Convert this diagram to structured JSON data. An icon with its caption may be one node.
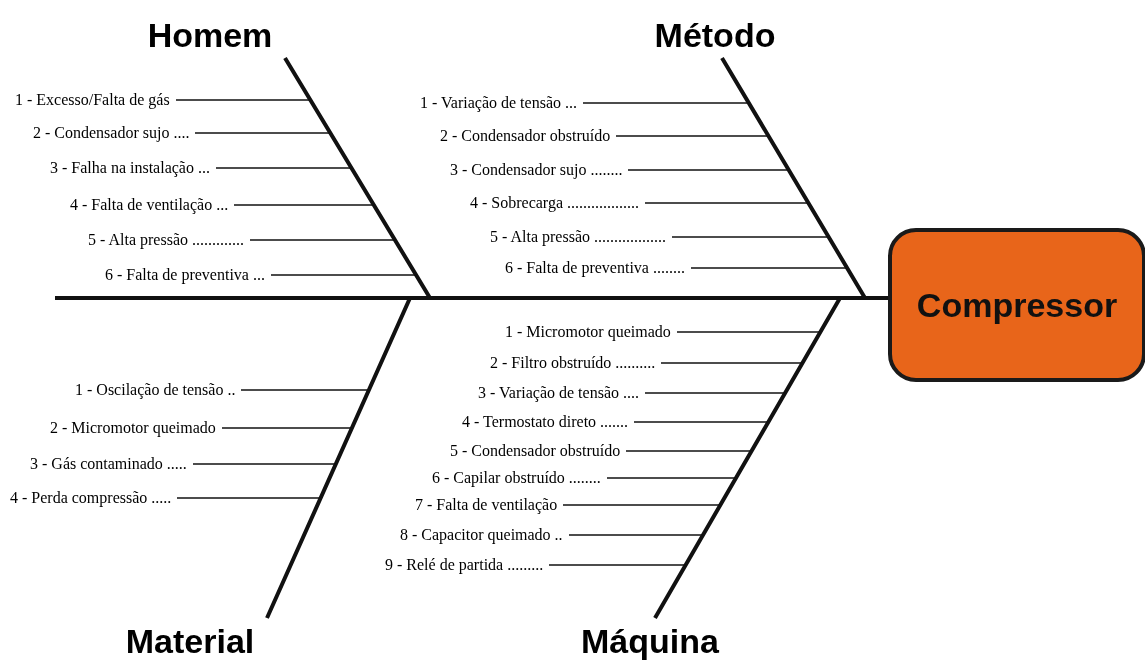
{
  "diagram": {
    "nodes": [
      {
        "text": [
          "Homem"
        ]
      },
      {
        "text": [
          "Método"
        ]
      },
      {
        "text": [
          "Material"
        ]
      },
      {
        "text": [
          "Máquina"
        ]
      },
      {
        "text": [
          "Compressor"
        ]
      }
    ],
    "edges": [
      {
        "from": 0,
        "to": 4,
        "arrow": "none"
      },
      {
        "from": 1,
        "to": 4,
        "arrow": "none"
      },
      {
        "from": 2,
        "to": 4,
        "arrow": "none"
      },
      {
        "from": 3,
        "to": 4,
        "arrow": "none"
      }
    ],
    "labels": [
      "1 - Excesso/Falta de gás",
      "2 - Condensador sujo ....",
      "3 - Falha na instalação ...",
      "4 - Falta de ventilação ...",
      "5 - Alta pressão .............",
      "6 - Falta de preventiva ...",
      "1 - Variação de tensão ...",
      "2 - Condensador obstruído",
      "3 - Condensador sujo ........",
      "4 - Sobrecarga ..................",
      "5 - Alta pressão ..................",
      "6 - Falta de preventiva ........",
      "1 - Micromotor queimado",
      "2 - Filtro obstruído ..........",
      "3 - Variação de tensão ....",
      "4 - Termostato direto .......",
      "5 - Condensador obstruído",
      "6 - Capilar obstruído ........",
      "7 - Falta de ventilação",
      "8 - Capacitor queimado ..",
      "9 - Relé de partida .........",
      "1 - Oscilação de tensão ..",
      "2 - Micromotor queimado",
      "3 - Gás contaminado .....",
      "4 - Perda compressão ....."
    ]
  }
}
